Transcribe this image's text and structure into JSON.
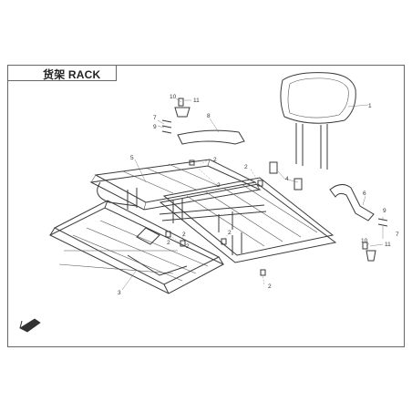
{
  "title": {
    "text": "货架 RACK"
  },
  "callouts": {
    "c1": "1",
    "c2a": "2",
    "c2b": "2",
    "c2c": "2",
    "c2d": "2",
    "c2e": "2",
    "c2f": "2",
    "c2g": "2",
    "c2h": "2",
    "c3": "3",
    "c4": "4",
    "c5": "5",
    "c6": "6",
    "c7a": "7",
    "c7b": "7",
    "c8": "8",
    "c9a": "9",
    "c9b": "9",
    "c10a": "10",
    "c10b": "10",
    "c11a": "11",
    "c11b": "11"
  },
  "icons": {
    "front_arrow": "front-direction-arrow-icon"
  }
}
